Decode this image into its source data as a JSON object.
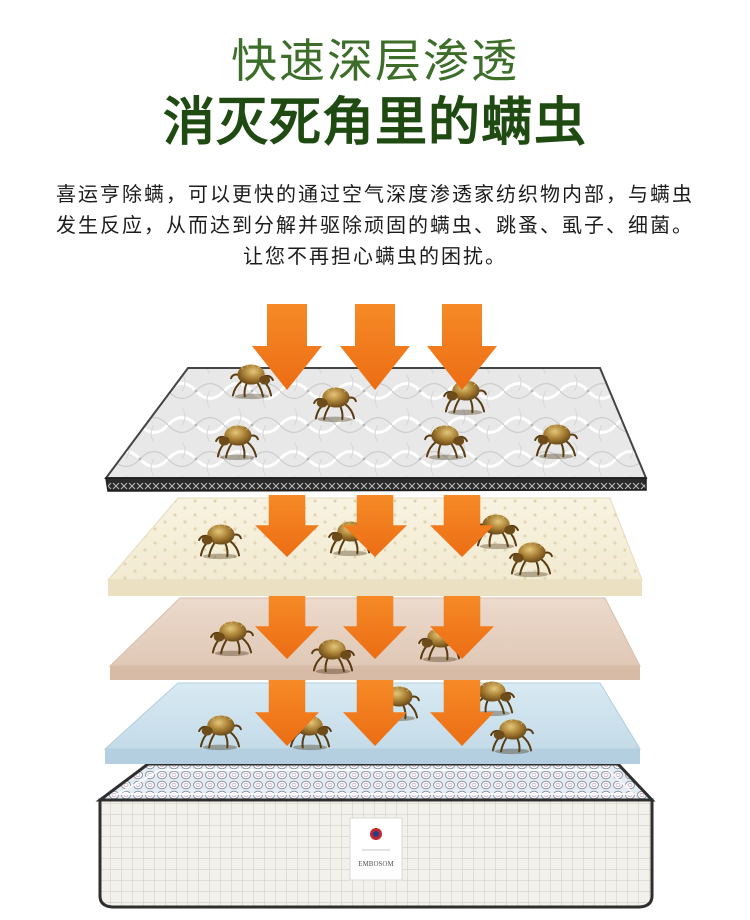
{
  "header": {
    "title": "快速深层渗透",
    "subtitle": "消灭死角里的螨虫"
  },
  "description": {
    "lines": [
      "喜运亨除螨，可以更快的通过空气深度渗透家纺织物内部，与螨虫",
      "发生反应，从而达到分解并驱除顽固的螨虫、跳蚤、虱子、细菌。",
      "让您不再担心螨虫的困扰。"
    ]
  },
  "illustration": {
    "mattress_label": "EMBOSOM"
  },
  "icons": {
    "mite": "dust-mite-icon",
    "arrow": "arrow-down-icon"
  },
  "colors": {
    "title": "#3c6e2a",
    "subtitle": "#1f4b12",
    "text": "#1c1c1c",
    "arrow": "#f07a1c"
  }
}
